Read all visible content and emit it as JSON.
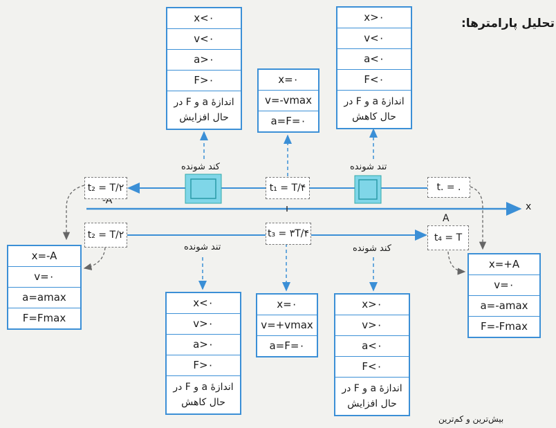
{
  "header": {
    "title": "تحلیل پارامترها:"
  },
  "footer": {
    "text": "بیش‌ترین و کم‌ترین"
  },
  "axis": {
    "x": "x",
    "neg_a": "-A",
    "pos_a": "A",
    "origin": "."
  },
  "labels": {
    "t0": "t. = .",
    "t1": "t₁ = T/۴",
    "t2_top": "t₂ = T/۲",
    "t2_bottom": "t₂ = T/۲",
    "t3": "t₃ = ۳T/۴",
    "t4": "t₄ = T"
  },
  "words": {
    "w1": "کند شونده",
    "w2": "تند شونده",
    "w3": "تند شونده",
    "w4": "کند شونده"
  },
  "tables": {
    "top_left": [
      "x<۰",
      "v<۰",
      "a>۰",
      "F>۰",
      "اندازهٔ a و F در حال افزایش"
    ],
    "top_mid": [
      "x=۰",
      "v=-vmax",
      "a=F=۰"
    ],
    "top_right": [
      "x>۰",
      "v<۰",
      "a<۰",
      "F<۰",
      "اندازهٔ a و F در حال کاهش"
    ],
    "left": [
      "x=-A",
      "v=۰",
      "a=amax",
      "F=Fmax"
    ],
    "right": [
      "x=+A",
      "v=۰",
      "a=-amax",
      "F=-Fmax"
    ],
    "bot_left": [
      "x<۰",
      "v>۰",
      "a>۰",
      "F>۰",
      "اندازهٔ a و F در حال کاهش"
    ],
    "bot_mid": [
      "x=۰",
      "v=+vmax",
      "a=F=۰"
    ],
    "bot_right": [
      "x>۰",
      "v>۰",
      "a<۰",
      "F<۰",
      "اندازهٔ a و F در حال افزایش"
    ]
  },
  "colors": {
    "arrow": "#3b8fd6",
    "box": "#3b8fd6",
    "spring": "#7fd6e8",
    "dashed": "#777777"
  }
}
